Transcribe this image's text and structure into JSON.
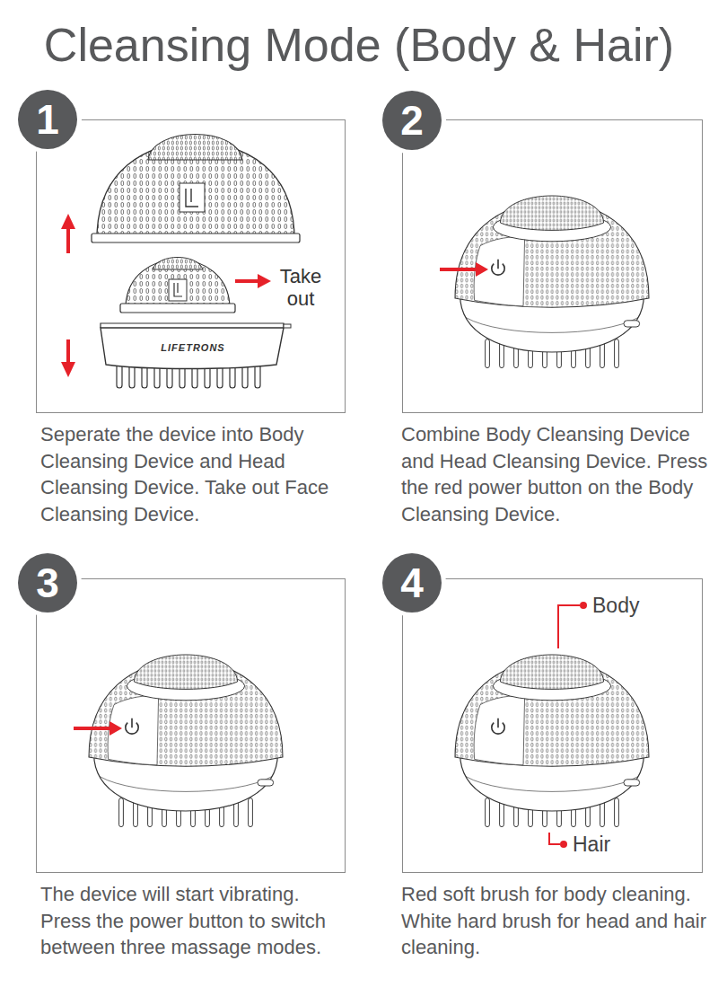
{
  "diagram": {
    "title": "Cleansing Mode (Body & Hair)",
    "nodes": [
      {
        "text": [
          "Seperate the device into Body Cleansing Device and Head Cleansing Device. Take out Face Cleansing Device."
        ]
      },
      {
        "text": [
          "1"
        ],
        "in": 0
      },
      {
        "text": [
          "Combine Body Cleansing Device and Head Cleansing Device. Press the red power button on the Body Cleansing Device."
        ]
      },
      {
        "text": [
          "2"
        ],
        "in": 2
      },
      {
        "text": [
          "The device will start vibrating. Press the power button to switch between three massage modes."
        ]
      },
      {
        "text": [
          "3"
        ],
        "in": 4
      },
      {
        "text": [
          "Red soft brush for body cleaning. White hard brush for head and hair cleaning."
        ]
      },
      {
        "text": [
          "4"
        ],
        "in": 6
      }
    ],
    "labels": [
      "Take out",
      "LIFETRONS",
      "Body",
      "Hair"
    ]
  }
}
